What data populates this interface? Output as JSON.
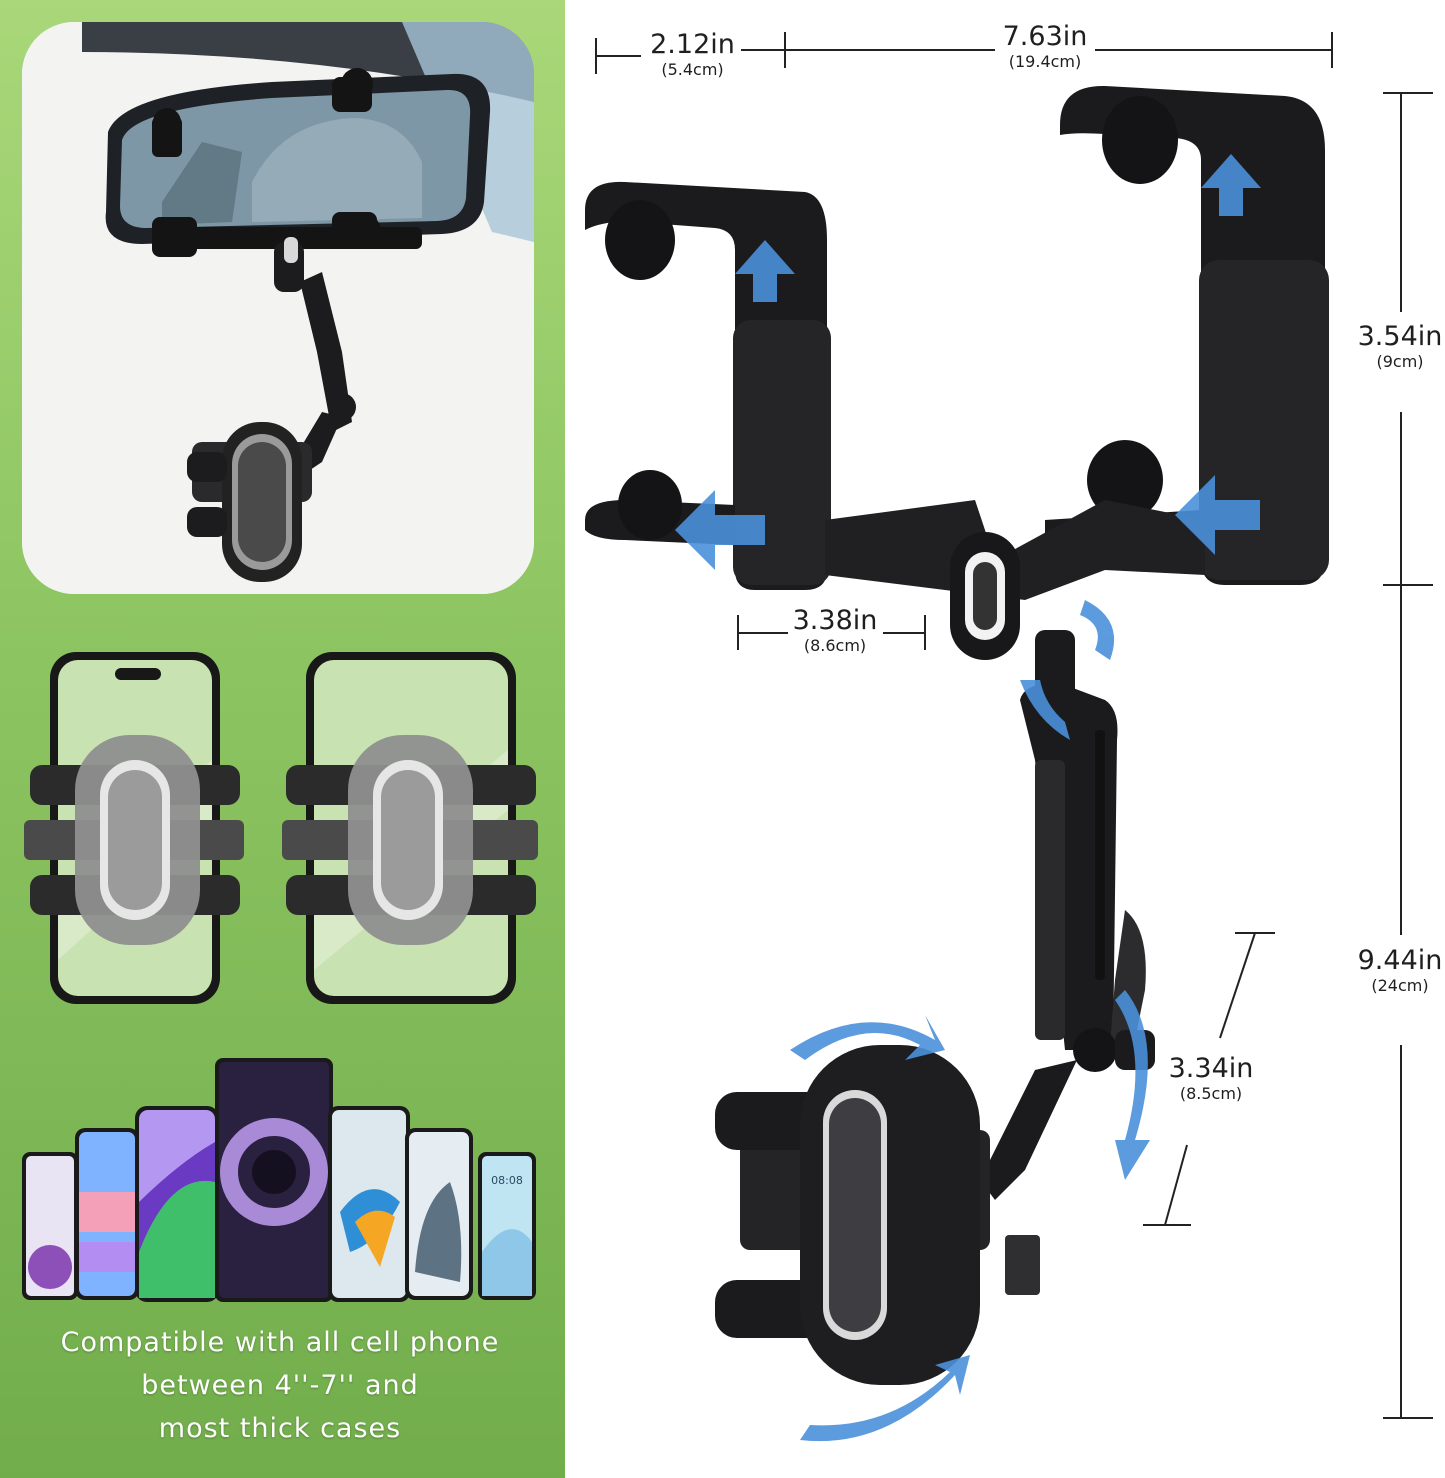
{
  "caption": {
    "line1": "Compatible with all cell phone",
    "line2": "between 4''-7'' and",
    "line3": "most thick cases"
  },
  "dimensions": {
    "d1": {
      "in": "2.12in",
      "cm": "(5.4cm)"
    },
    "d2": {
      "in": "7.63in",
      "cm": "(19.4cm)"
    },
    "d3": {
      "in": "3.54in",
      "cm": "(9cm)"
    },
    "d4": {
      "in": "3.38in",
      "cm": "(8.6cm)"
    },
    "d5": {
      "in": "9.44in",
      "cm": "(24cm)"
    },
    "d6": {
      "in": "3.34in",
      "cm": "(8.5cm)"
    }
  },
  "phone_clock": "08:08",
  "colors": {
    "green_light": "#a9d779",
    "green_dark": "#72ad4c",
    "arrow_blue": "#4a90d9",
    "product_black": "#1b1b1d"
  }
}
